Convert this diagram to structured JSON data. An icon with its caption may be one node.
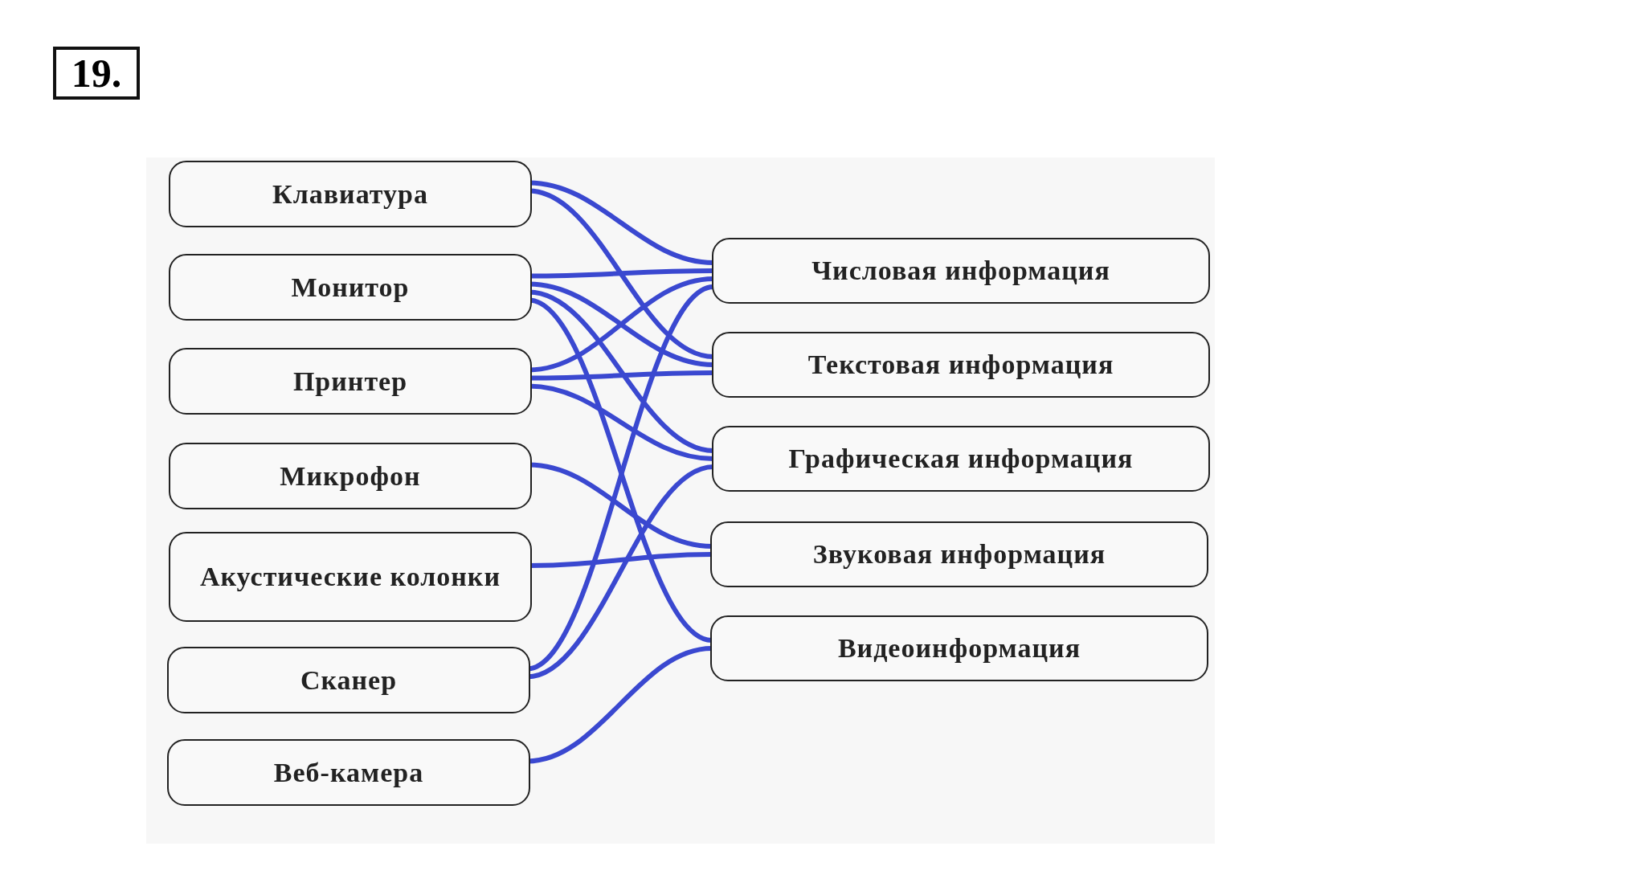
{
  "diagram": {
    "title": "19.",
    "nodes": [
      {
        "text": [
          "Клавиатура"
        ]
      },
      {
        "text": [
          "Монитор"
        ]
      },
      {
        "text": [
          "Принтер"
        ]
      },
      {
        "text": [
          "Микрофон"
        ]
      },
      {
        "text": [
          "Акустические колонки"
        ]
      },
      {
        "text": [
          "Сканер"
        ]
      },
      {
        "text": [
          "Веб-камера"
        ]
      },
      {
        "text": [
          "Числовая информация"
        ]
      },
      {
        "text": [
          "Текстовая информация"
        ]
      },
      {
        "text": [
          "Графическая информация"
        ]
      },
      {
        "text": [
          "Звуковая информация"
        ]
      },
      {
        "text": [
          "Видеоинформация"
        ]
      }
    ],
    "edges": [
      {
        "from": 0,
        "to": 7,
        "arrow": "none"
      },
      {
        "from": 0,
        "to": 8,
        "arrow": "none"
      },
      {
        "from": 1,
        "to": 7,
        "arrow": "none"
      },
      {
        "from": 1,
        "to": 8,
        "arrow": "none"
      },
      {
        "from": 1,
        "to": 9,
        "arrow": "none"
      },
      {
        "from": 1,
        "to": 11,
        "arrow": "none"
      },
      {
        "from": 2,
        "to": 7,
        "arrow": "none"
      },
      {
        "from": 2,
        "to": 8,
        "arrow": "none"
      },
      {
        "from": 2,
        "to": 9,
        "arrow": "none"
      },
      {
        "from": 3,
        "to": 10,
        "arrow": "none"
      },
      {
        "from": 4,
        "to": 10,
        "arrow": "none"
      },
      {
        "from": 5,
        "to": 7,
        "arrow": "none"
      },
      {
        "from": 5,
        "to": 9,
        "arrow": "none"
      },
      {
        "from": 6,
        "to": 11,
        "arrow": "none"
      }
    ]
  }
}
